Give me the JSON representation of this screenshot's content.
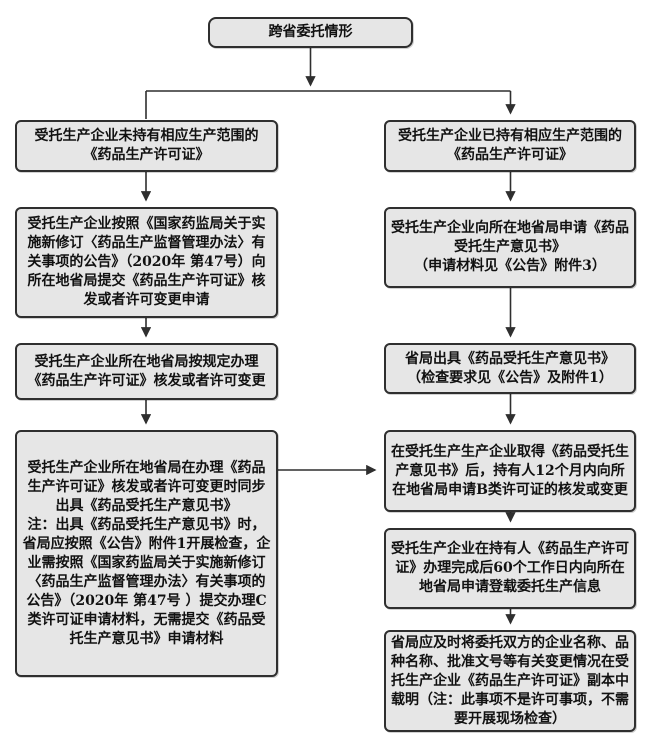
{
  "style": {
    "node_fill": "#e6e6e6",
    "node_border": "#2f2f2f",
    "connector_color": "#2f2f2f",
    "text_color": "#111111",
    "background": "#ffffff"
  },
  "flow": {
    "root": "跨省委托情形",
    "left": [
      "受托生产企业未持有相应生产范围的《药品生产许可证》",
      "受托生产企业按照《国家药监局关于实施新修订〈药品生产监督管理办法〉有关事项的公告》（2020年 第47号）向所在地省局提交《药品生产许可证》核发或者许可变更申请",
      "受托生产企业所在地省局按规定办理《药品生产许可证》核发或者许可变更",
      "受托生产企业所在地省局在办理《药品生产许可证》核发或者许可变更时同步出具《药品受托生产意见书》\n注：出具《药品受托生产意见书》时，省局应按照《公告》附件1开展检查，企业需按照《国家药监局关于实施新修订〈药品生产监督管理办法〉有关事项的公告》（2020年 第47号 ）提交办理C类许可证申请材料，无需提交《药品受托生产意见书》申请材料"
    ],
    "right": [
      "受托生产企业已持有相应生产范围的《药品生产许可证》",
      "受托生产企业向所在地省局申请《药品受托生产意见书》\n（申请材料见《公告》附件3）",
      "省局出具《药品受托生产意见书》\n（检查要求见《公告》及附件1）",
      "在受托生产生产企业取得《药品受托生产意见书》后，持有人12个月内向所在地省局申请B类许可证的核发或变更",
      "受托生产企业在持有人《药品生产许可证》办理完成后60个工作日内向所在地省局申请登载委托生产信息",
      "省局应及时将委托双方的企业名称、品种名称、批准文号等有关变更情况在受托生产企业《药品生产许可证》副本中载明（注：此事项不是许可事项，不需要开展现场检查）"
    ]
  }
}
